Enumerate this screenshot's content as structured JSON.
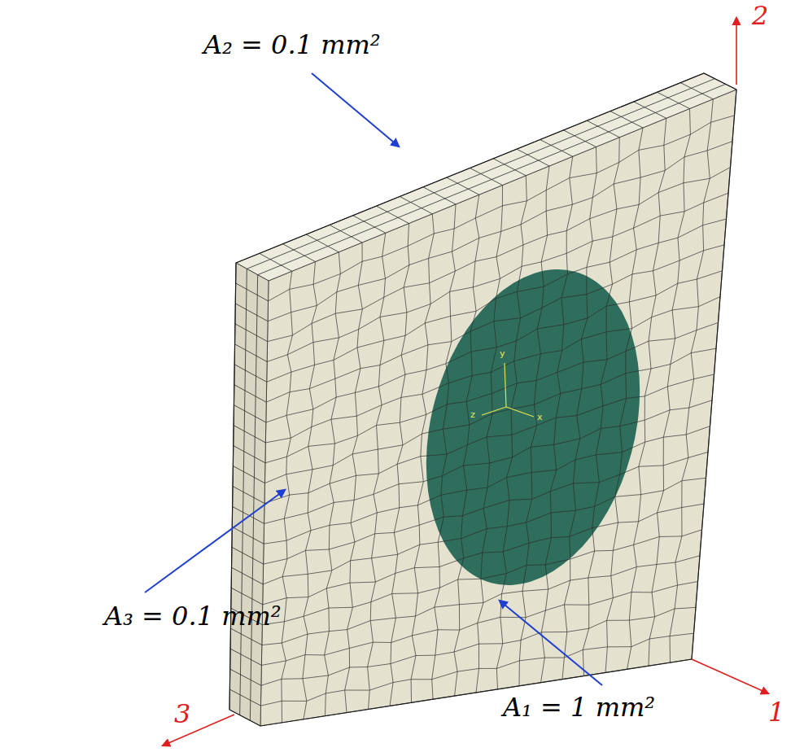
{
  "diagram": {
    "labels": [
      "A₂ = 0.1 mm²",
      "A₃ = 0.1 mm²",
      "A₁ = 1 mm²",
      "1",
      "2",
      "3",
      "y",
      "x",
      "z"
    ]
  }
}
